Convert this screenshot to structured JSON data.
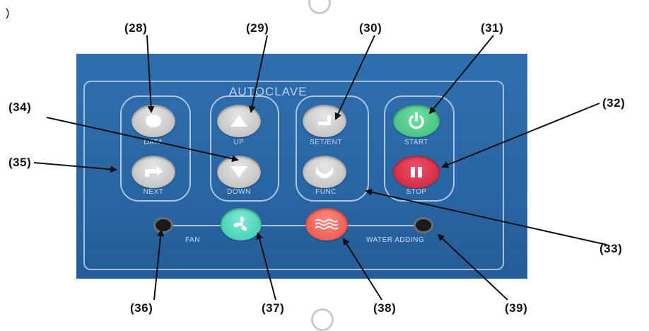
{
  "corner_mark": ")",
  "panel": {
    "title": "AUTOCLAVE"
  },
  "buttons": {
    "data": "DATA",
    "up": "UP",
    "set_ent": "SET/ENT",
    "start": "START",
    "next": "NEXT",
    "down": "DOWN",
    "func": "FUNC",
    "stop": "STOP"
  },
  "indicators": {
    "fan": "FAN",
    "water_adding": "WATER ADDING"
  },
  "callouts": [
    "(28)",
    "(29)",
    "(30)",
    "(31)",
    "(32)",
    "(33)",
    "(34)",
    "(35)",
    "(36)",
    "(37)",
    "(38)",
    "(39)"
  ],
  "colors": {
    "panel": "#2f6fb0",
    "start": "#3fb879",
    "stop": "#d7283e",
    "fan": "#43d6b8",
    "water": "#f0524c",
    "gray_button": "#cfcfcf"
  },
  "icons": {
    "data": "circle-icon",
    "up": "triangle-up-icon",
    "set_ent": "enter-icon",
    "start": "power-icon",
    "next": "arrow-right-icon",
    "down": "triangle-down-icon",
    "func": "curve-icon",
    "stop": "pause-icon",
    "fan": "fan-icon",
    "water": "waves-icon"
  }
}
